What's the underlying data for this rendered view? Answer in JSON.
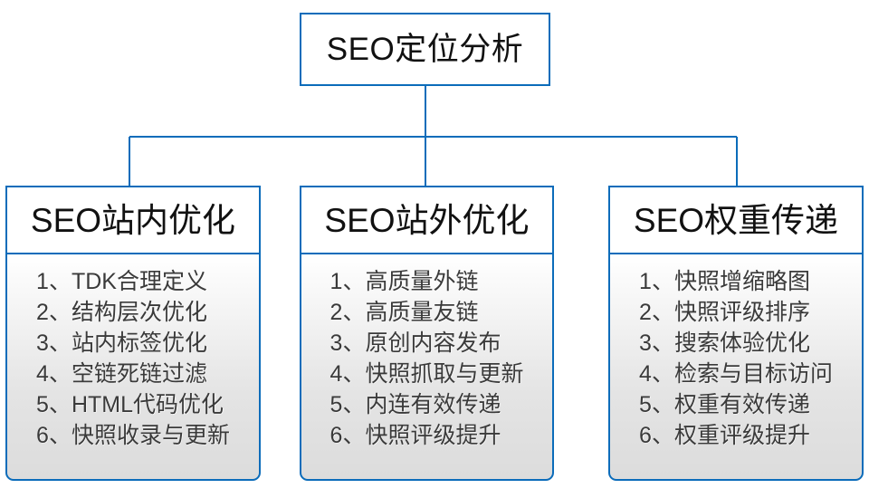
{
  "diagram": {
    "type": "org-chart",
    "accent_color": "#0b6cba",
    "text_color": "#111111",
    "list_text_color": "#3a3a3a",
    "body_gradient": [
      "#ffffff",
      "#dcdcdc"
    ],
    "root": {
      "title": "SEO定位分析"
    },
    "branches": [
      {
        "title": "SEO站内优化",
        "items": [
          {
            "index": "1",
            "sep": "、",
            "text": "TDK合理定义"
          },
          {
            "index": "2",
            "sep": "、",
            "text": "结构层次优化"
          },
          {
            "index": "3",
            "sep": "、",
            "text": "站内标签优化"
          },
          {
            "index": "4",
            "sep": "、",
            "text": "空链死链过滤"
          },
          {
            "index": "5",
            "sep": "、",
            "text": "HTML代码优化"
          },
          {
            "index": "6",
            "sep": "、",
            "text": "快照收录与更新"
          }
        ]
      },
      {
        "title": "SEO站外优化",
        "items": [
          {
            "index": "1",
            "sep": "、",
            "text": "高质量外链"
          },
          {
            "index": "2",
            "sep": "、",
            "text": "高质量友链"
          },
          {
            "index": "3",
            "sep": "、",
            "text": "原创内容发布"
          },
          {
            "index": "4",
            "sep": "、",
            "text": "快照抓取与更新"
          },
          {
            "index": "5",
            "sep": "、",
            "text": "内连有效传递"
          },
          {
            "index": "6",
            "sep": "、",
            "text": "快照评级提升"
          }
        ]
      },
      {
        "title": "SEO权重传递",
        "items": [
          {
            "index": "1",
            "sep": "、",
            "text": "快照增缩略图"
          },
          {
            "index": "2",
            "sep": "、",
            "text": "快照评级排序"
          },
          {
            "index": "3",
            "sep": "、",
            "text": "搜索体验优化"
          },
          {
            "index": "4",
            "sep": "、",
            "text": "检索与目标访问"
          },
          {
            "index": "5",
            "sep": "、",
            "text": "权重有效传递"
          },
          {
            "index": "6",
            "sep": "、",
            "text": "权重评级提升"
          }
        ]
      }
    ]
  }
}
